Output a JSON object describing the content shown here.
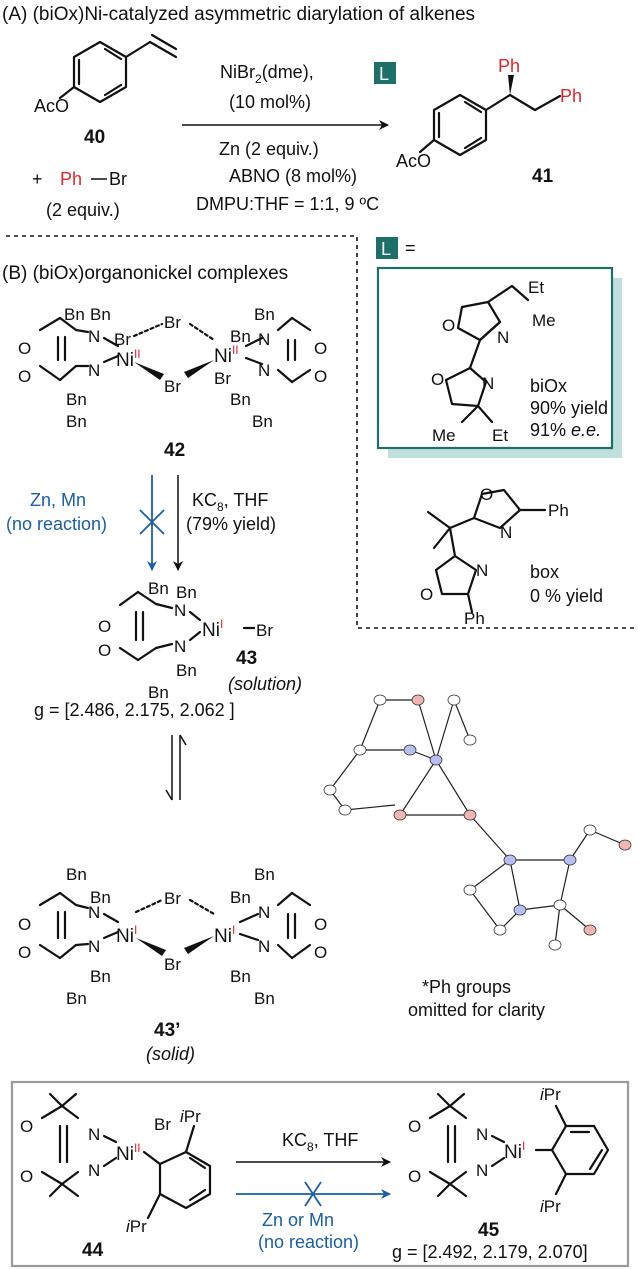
{
  "panel_a": {
    "header": "(A) (biOx)Ni-catalyzed asymmetric diarylation of alkenes",
    "catalyst": "NiBr",
    "catalyst_sub": "2",
    "catalyst_tail": "(dme),",
    "ligand_label": "L",
    "loading": "(10 mol%)",
    "reductant": "Zn (2 equiv.)",
    "additive": "ABNO (8 mol%)",
    "solvent": "DMPU:THF = 1:1, 9 ºC",
    "sm_number": "40",
    "sm_ac": "AcO",
    "plus": "+",
    "reagent_ph": "Ph",
    "reagent_br": "Br",
    "reagent_equiv": "(2 equiv.)",
    "product_number": "41",
    "product_ac": "AcO",
    "product_ph1": "Ph",
    "product_ph2": "Ph"
  },
  "panel_b": {
    "header": "(B) (biOx)organonickel complexes",
    "l_equals": "=",
    "biox_label": "biOx",
    "biox_yield": "90% yield",
    "biox_ee_num": "91%",
    "biox_ee_unit": "e.e.",
    "box_label": "box",
    "box_yield": "0 % yield",
    "c42": "42",
    "c43": "43",
    "c43_state": "solution",
    "c43_g": "g = [2.486, 2.175, 2.062 ]",
    "c43p": "43’",
    "c43p_state": "solid",
    "arrow_left_1": "Zn, Mn",
    "arrow_left_2": "(no reaction)",
    "arrow_right_1": "KC",
    "arrow_right_sub": "8",
    "arrow_right_tail": ", THF",
    "arrow_right_2": "(79% yield)",
    "note_1": "*Ph groups",
    "note_2": "omitted for clarity",
    "atoms": {
      "o": "O",
      "n": "N",
      "ni": "Ni",
      "br": "Br",
      "bn": "Bn",
      "me": "Me",
      "et": "Et",
      "ph": "Ph",
      "ipr": "Pr",
      "i_prefix": "i"
    },
    "ox": {
      "two": "II",
      "one": "I"
    }
  },
  "panel_c": {
    "c44": "44",
    "c45": "45",
    "reagent_1": "KC",
    "reagent_sub": "8",
    "reagent_tail": ", THF",
    "blocked_1": "Zn or Mn",
    "blocked_2": "(no reaction)",
    "c45_g": "g = [2.492, 2.179, 2.070]"
  },
  "colors": {
    "red": "#e0262b",
    "blue": "#1a5fa3",
    "teal": "#1e6f6a",
    "teal_shadow": "#bfe0dc",
    "box_grey": "#9a9a9a"
  }
}
